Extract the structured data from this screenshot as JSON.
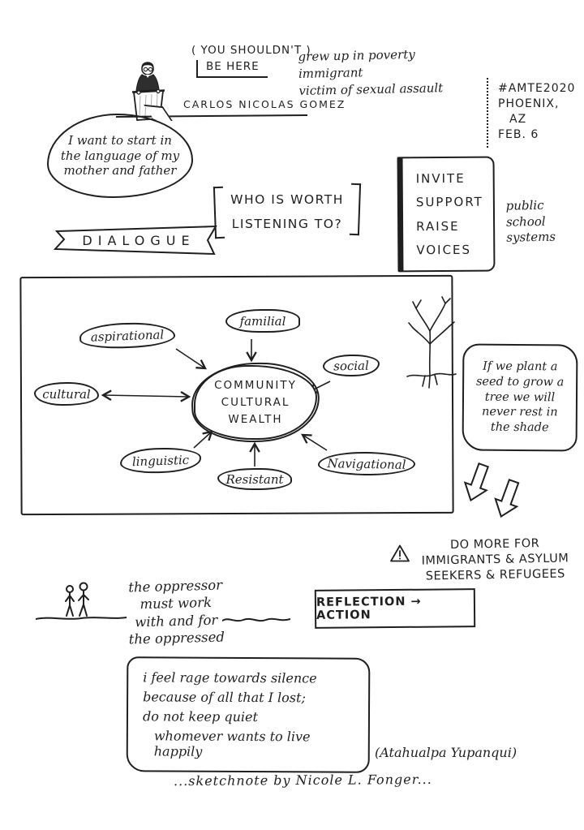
{
  "colors": {
    "ink": "#1f1f1f",
    "paper": "#ffffff"
  },
  "header": {
    "interjection": {
      "line1": "( YOU SHOULDN'T )",
      "line2": "BE HERE"
    },
    "traits": [
      "grew up in poverty",
      "immigrant",
      "victim of sexual assault"
    ],
    "speaker_name": "CARLOS NICOLAS GOMEZ",
    "speech_bubble": "I want to start in the language of my mother and father",
    "event": {
      "hashtag": "#AMTE2020",
      "city": "PHOENIX,",
      "state": "AZ",
      "date": "FEB. 6"
    }
  },
  "dialogue": {
    "banner": "DIALOGUE",
    "question": {
      "line1": "WHO IS WORTH",
      "line2": "LISTENING TO?"
    }
  },
  "invite_panel": {
    "items": [
      "INVITE",
      "SUPPORT",
      "RAISE",
      "VOICES"
    ],
    "caption": "public school systems"
  },
  "concept_map": {
    "center": {
      "line1": "COMMUNITY",
      "line2": "CULTURAL",
      "line3": "WEALTH"
    },
    "nodes": {
      "aspirational": "aspirational",
      "familial": "familial",
      "social": "social",
      "cultural": "cultural",
      "linguistic": "linguistic",
      "resistant": "Resistant",
      "navigational": "Navigational"
    },
    "seed_quote": "If we plant a seed to grow a tree we will never rest in the shade"
  },
  "action": {
    "warning": {
      "line1": "DO MORE FOR",
      "line2": "IMMIGRANTS & ASYLUM",
      "line3": "SEEKERS & REFUGEES"
    },
    "oppressed": {
      "line1": "the oppressor",
      "line2": "must work",
      "line3": "with and for",
      "line4": "the oppressed"
    },
    "reflection": "REFLECTION → ACTION"
  },
  "quote": {
    "lines": [
      "i feel rage towards silence",
      "because of all that I lost;",
      "do not keep quiet",
      "whomever wants to live happily"
    ],
    "attribution": "(Atahualpa Yupanqui)",
    "credit": "...sketchnote by Nicole L. Fonger..."
  }
}
